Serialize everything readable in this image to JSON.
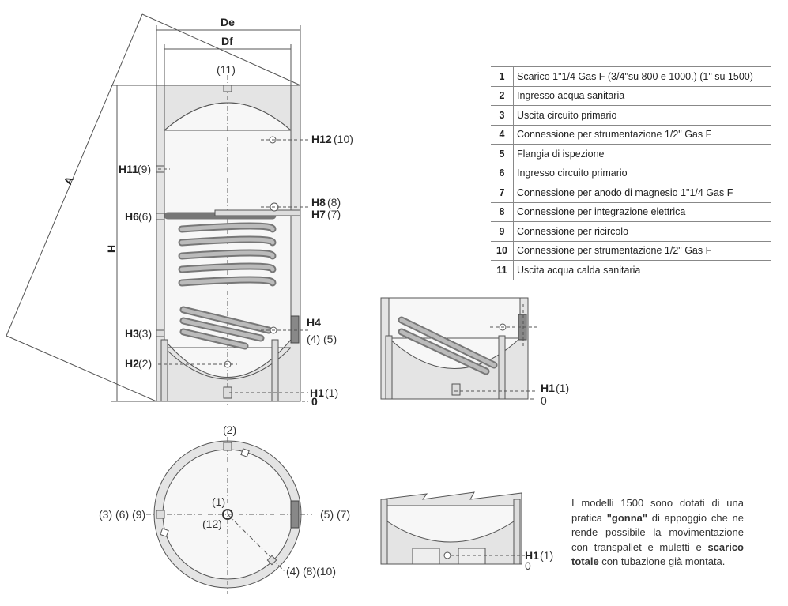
{
  "dimensions": {
    "de": "De",
    "df": "Df",
    "a": "A",
    "h": "H",
    "zero": "0"
  },
  "side_labels": {
    "n11_top": "(11)",
    "h12": "H12",
    "h12_num": "(10)",
    "h11": "H11",
    "h11_num": "(9)",
    "h8": "H8",
    "h8_num": "(8)",
    "h7": "H7",
    "h7_num": "(7)",
    "h6": "H6",
    "h6_num": "(6)",
    "h4": "H4",
    "h4_num": "(4) (5)",
    "h3": "H3",
    "h3_num": "(3)",
    "h2": "H2",
    "h2_num": "(2)",
    "h1": "H1",
    "h1_num": "(1)"
  },
  "plan_labels": {
    "top": "(2)",
    "left": "(3) (6) (9)",
    "right": "(5) (7)",
    "center_top": "(1)",
    "center_bottom": "(12)",
    "diag": "(4) (8)(10)"
  },
  "detail_labels": {
    "h1": "H1",
    "h1_num": "(1)",
    "zero": "0"
  },
  "legend": [
    {
      "num": "1",
      "text": "Scarico 1\"1/4 Gas F (3/4\"su 800 e 1000.) (1\" su 1500)"
    },
    {
      "num": "2",
      "text": "Ingresso acqua sanitaria"
    },
    {
      "num": "3",
      "text": "Uscita circuito primario"
    },
    {
      "num": "4",
      "text": "Connessione per strumentazione 1/2\" Gas F"
    },
    {
      "num": "5",
      "text": "Flangia di ispezione"
    },
    {
      "num": "6",
      "text": "Ingresso circuito primario"
    },
    {
      "num": "7",
      "text": "Connessione per anodo di magnesio 1\"1/4 Gas F"
    },
    {
      "num": "8",
      "text": "Connessione per integrazione elettrica"
    },
    {
      "num": "9",
      "text": "Connessione per ricircolo"
    },
    {
      "num": "10",
      "text": "Connessione per strumentazione 1/2\" Gas F"
    },
    {
      "num": "11",
      "text": "Uscita acqua calda sanitaria"
    }
  ],
  "note": {
    "part1": "I modelli 1500 sono dotati di una pratica ",
    "bold1": "\"gonna\"",
    "part2": " di appoggio che ne rende possibile la movimentazione con transpallet e muletti e ",
    "bold2": "scarico totale",
    "part3": " con tubazione già montata."
  }
}
